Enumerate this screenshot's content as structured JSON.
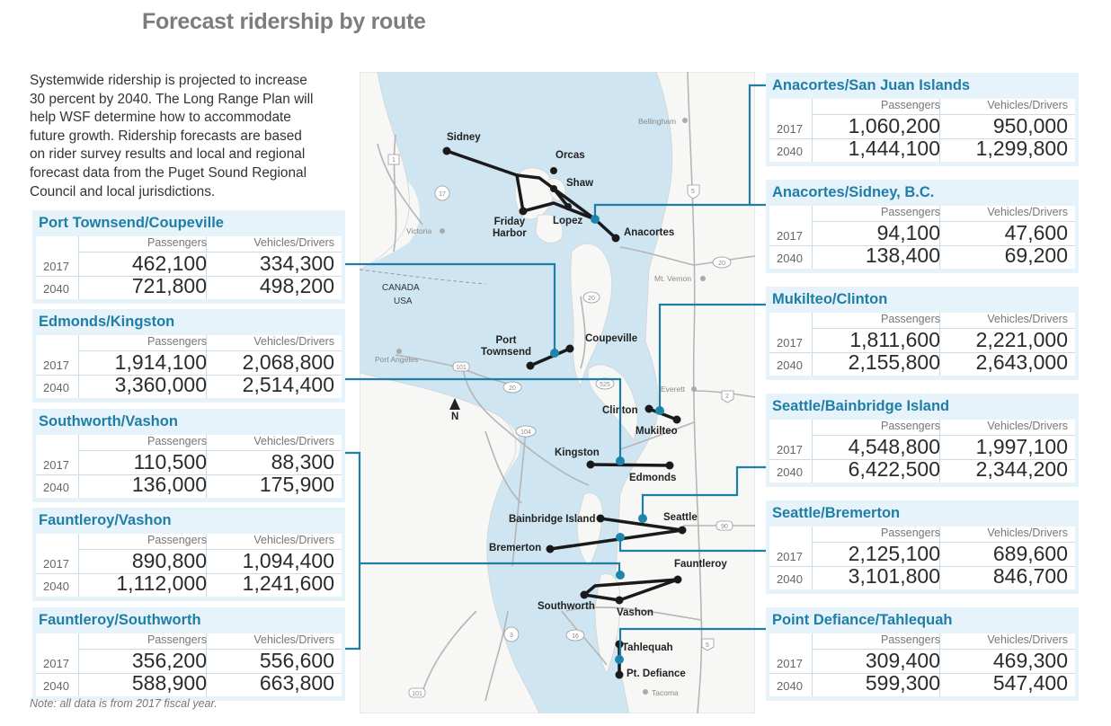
{
  "page": {
    "title": "Forecast ridership by route",
    "intro_lines": [
      "Systemwide ridership is projected to increase",
      "30 percent by 2040. The Long Range Plan will",
      "help WSF determine how to accommodate",
      "future growth. Ridership forecasts are based",
      "on rider survey results and local and regional",
      "forecast data from the Puget Sound Regional",
      "Council and local jurisdictions."
    ],
    "note": "Note: all data is from 2017 fiscal year.",
    "col_passengers": "Passengers",
    "col_vehicles": "Vehicles/Drivers"
  },
  "colors": {
    "accent": "#1f7ea6",
    "box_bg": "#e7f3fa",
    "water": "#cfe5f1",
    "terminal": "#1a1a1a",
    "route_marker": "#1e86ad"
  },
  "routes": [
    {
      "key": "port-townsend-coupeville",
      "name": "Port Townsend/Coupeville",
      "rows": [
        {
          "year": "2017",
          "passengers": "462,100",
          "vehicles": "334,300"
        },
        {
          "year": "2040",
          "passengers": "721,800",
          "vehicles": "498,200"
        }
      ]
    },
    {
      "key": "edmonds-kingston",
      "name": "Edmonds/Kingston",
      "rows": [
        {
          "year": "2017",
          "passengers": "1,914,100",
          "vehicles": "2,068,800"
        },
        {
          "year": "2040",
          "passengers": "3,360,000",
          "vehicles": "2,514,400"
        }
      ]
    },
    {
      "key": "southworth-vashon",
      "name": "Southworth/Vashon",
      "rows": [
        {
          "year": "2017",
          "passengers": "110,500",
          "vehicles": "88,300"
        },
        {
          "year": "2040",
          "passengers": "136,000",
          "vehicles": "175,900"
        }
      ]
    },
    {
      "key": "fauntleroy-vashon",
      "name": "Fauntleroy/Vashon",
      "rows": [
        {
          "year": "2017",
          "passengers": "890,800",
          "vehicles": "1,094,400"
        },
        {
          "year": "2040",
          "passengers": "1,112,000",
          "vehicles": "1,241,600"
        }
      ]
    },
    {
      "key": "fauntleroy-southworth",
      "name": "Fauntleroy/Southworth",
      "rows": [
        {
          "year": "2017",
          "passengers": "356,200",
          "vehicles": "556,600"
        },
        {
          "year": "2040",
          "passengers": "588,900",
          "vehicles": "663,800"
        }
      ]
    },
    {
      "key": "anacortes-san-juan",
      "name": "Anacortes/San Juan Islands",
      "rows": [
        {
          "year": "2017",
          "passengers": "1,060,200",
          "vehicles": "950,000"
        },
        {
          "year": "2040",
          "passengers": "1,444,100",
          "vehicles": "1,299,800"
        }
      ]
    },
    {
      "key": "anacortes-sidney",
      "name": "Anacortes/Sidney, B.C.",
      "rows": [
        {
          "year": "2017",
          "passengers": "94,100",
          "vehicles": "47,600"
        },
        {
          "year": "2040",
          "passengers": "138,400",
          "vehicles": "69,200"
        }
      ]
    },
    {
      "key": "mukilteo-clinton",
      "name": "Mukilteo/Clinton",
      "rows": [
        {
          "year": "2017",
          "passengers": "1,811,600",
          "vehicles": "2,221,000"
        },
        {
          "year": "2040",
          "passengers": "2,155,800",
          "vehicles": "2,643,000"
        }
      ]
    },
    {
      "key": "seattle-bainbridge",
      "name": "Seattle/Bainbridge Island",
      "rows": [
        {
          "year": "2017",
          "passengers": "4,548,800",
          "vehicles": "1,997,100"
        },
        {
          "year": "2040",
          "passengers": "6,422,500",
          "vehicles": "2,344,200"
        }
      ]
    },
    {
      "key": "seattle-bremerton",
      "name": "Seattle/Bremerton",
      "rows": [
        {
          "year": "2017",
          "passengers": "2,125,100",
          "vehicles": "689,600"
        },
        {
          "year": "2040",
          "passengers": "3,101,800",
          "vehicles": "846,700"
        }
      ]
    },
    {
      "key": "point-defiance-tahlequah",
      "name": "Point Defiance/Tahlequah",
      "rows": [
        {
          "year": "2017",
          "passengers": "309,400",
          "vehicles": "469,300"
        },
        {
          "year": "2040",
          "passengers": "599,300",
          "vehicles": "547,400"
        }
      ]
    }
  ],
  "map": {
    "terminals": {
      "sidney": "Sidney",
      "orcas": "Orcas",
      "shaw": "Shaw",
      "friday_harbor": "Friday\nHarbor",
      "lopez": "Lopez",
      "anacortes": "Anacortes",
      "port_townsend": "Port\nTownsend",
      "coupeville": "Coupeville",
      "clinton": "Clinton",
      "mukilteo": "Mukilteo",
      "kingston": "Kingston",
      "edmonds": "Edmonds",
      "bainbridge_island": "Bainbridge Island",
      "seattle": "Seattle",
      "bremerton": "Bremerton",
      "fauntleroy": "Fauntleroy",
      "southworth": "Southworth",
      "vashon": "Vashon",
      "tahlequah": "Tahlequah",
      "pt_defiance": "Pt. Defiance"
    },
    "cities": {
      "bellingham": "Bellingham",
      "victoria": "Victoria",
      "mt_vernon": "Mt. Vernon",
      "port_angeles": "Port Angeles",
      "everett": "Everett",
      "tacoma": "Tacoma"
    },
    "border_canada": "CANADA",
    "border_usa": "USA",
    "north": "N",
    "highways": [
      "1",
      "17",
      "5",
      "20",
      "20",
      "101",
      "20",
      "525",
      "2",
      "104",
      "90",
      "3",
      "16",
      "5",
      "101"
    ]
  }
}
